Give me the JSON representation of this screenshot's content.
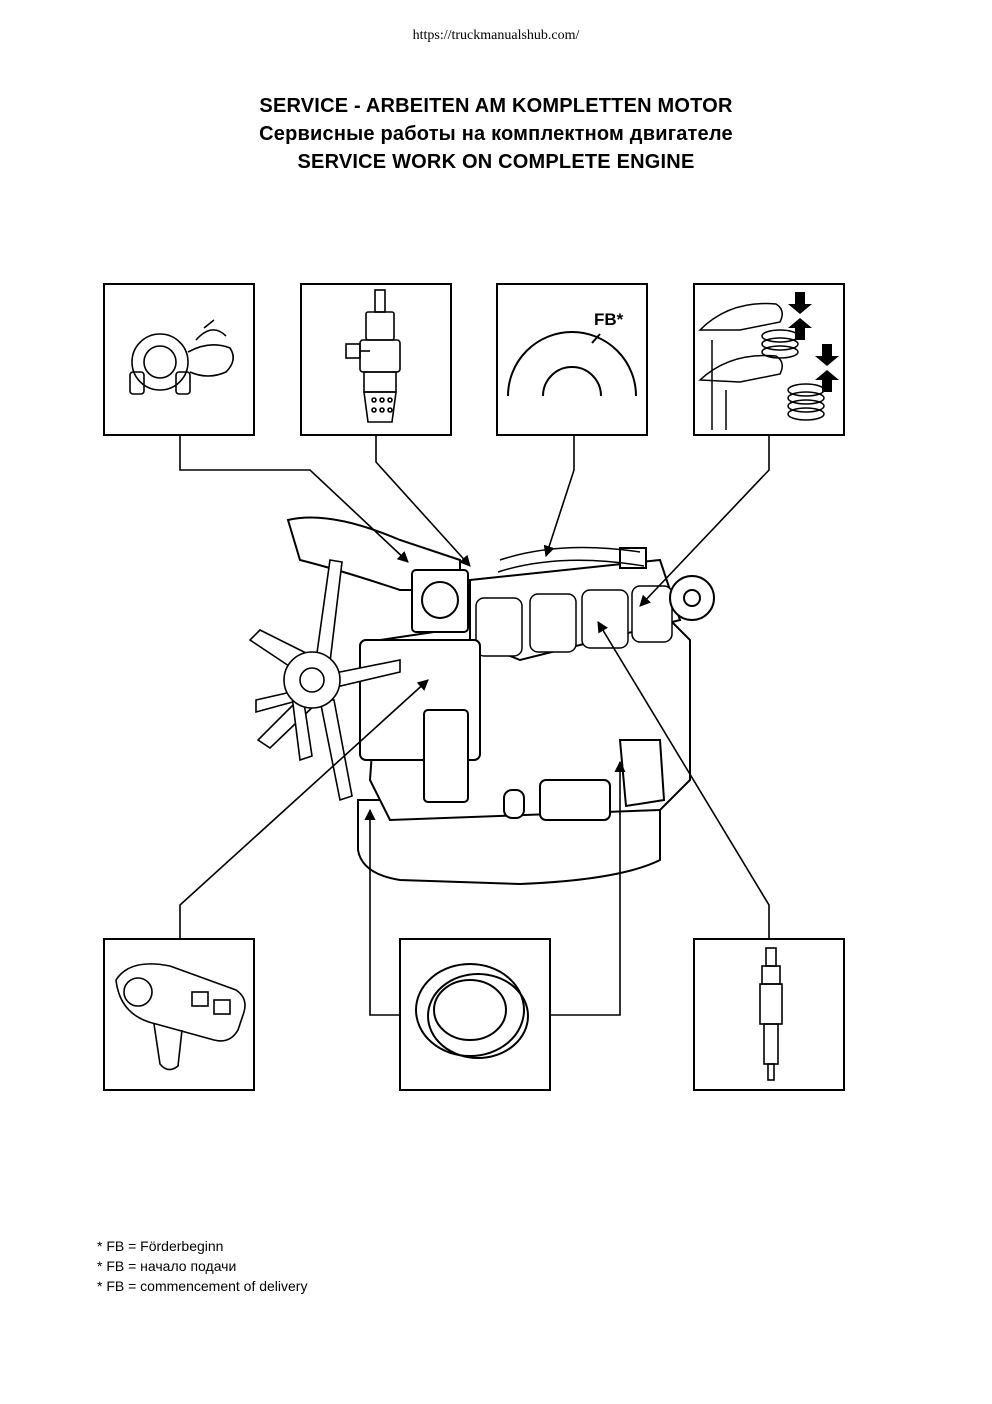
{
  "header": {
    "url": "https://truckmanualshub.com/"
  },
  "titles": {
    "german": "SERVICE - ARBEITEN AM KOMPLETTEN MOTOR",
    "russian": "Сервисные работы на комплектном двигателе",
    "english": "SERVICE WORK ON COMPLETE ENGINE"
  },
  "diagram": {
    "fb_label": "FB*"
  },
  "footnotes": [
    "* FB = Förderbeginn",
    "* FB = начало подачи",
    "* FB = commencement of delivery"
  ]
}
